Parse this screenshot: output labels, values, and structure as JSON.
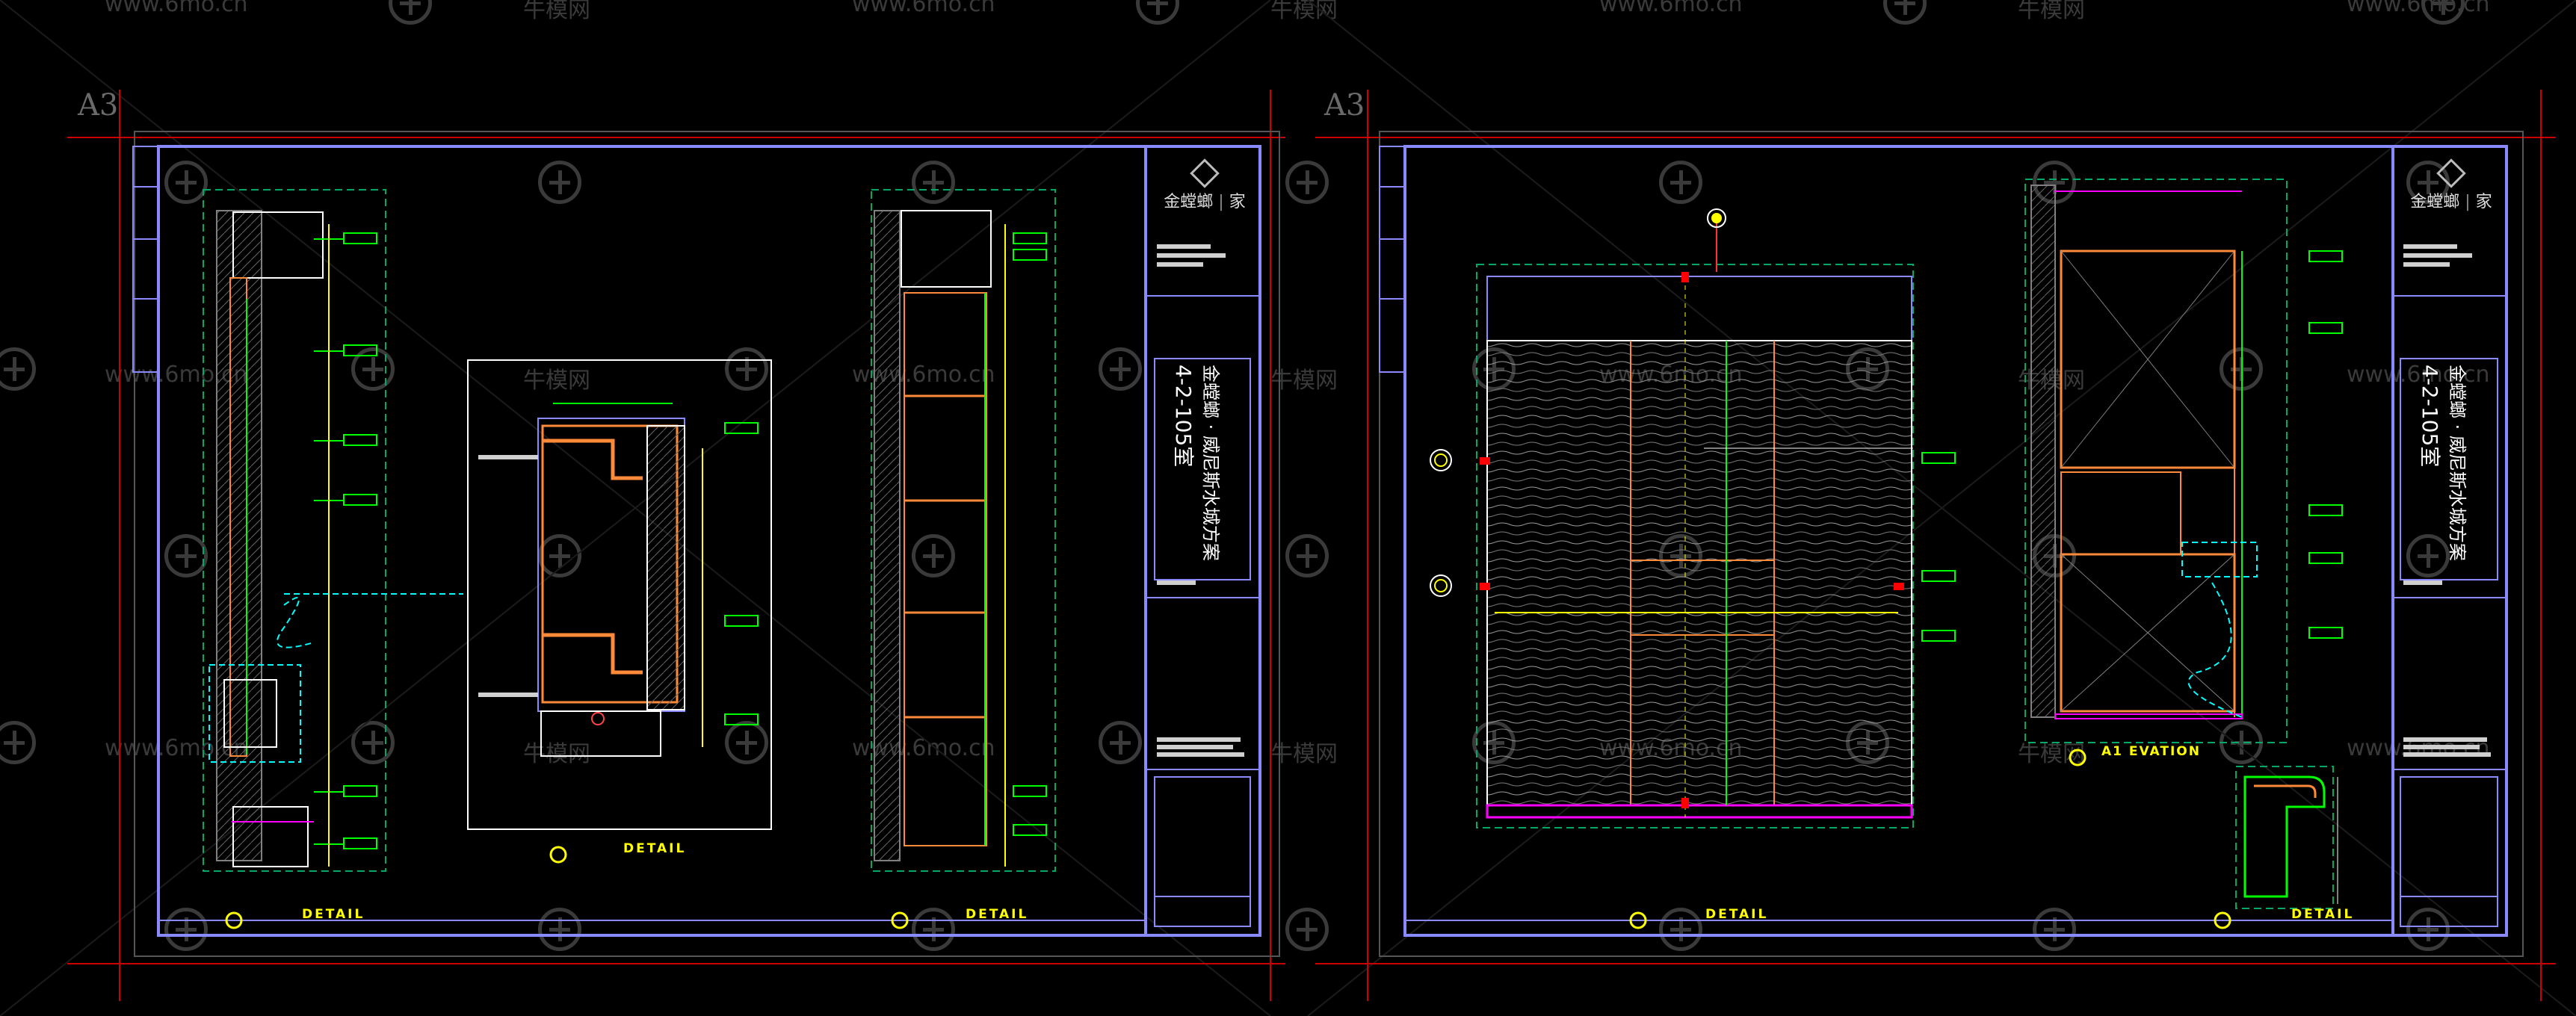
{
  "watermarks": {
    "url": "www.6mo.cn",
    "brand": "牛模网"
  },
  "sheets": [
    {
      "size_label": "A3",
      "brand_logo": "金螳螂",
      "brand_suffix": "家",
      "project_title": "金螳螂 · 威尼斯水城方案",
      "room": "4-2-105室",
      "detail_title": "DETAIL",
      "callout_detail": "DETAIL"
    },
    {
      "size_label": "A3",
      "brand_logo": "金螳螂",
      "brand_suffix": "家",
      "project_title": "金螳螂 · 威尼斯水城方案",
      "room": "4-2-105室",
      "detail_title": "DETAIL",
      "elevation_title": "A1 EVATION"
    }
  ],
  "colors": {
    "frame": "#8a8aff",
    "cyan": "#00ffff",
    "green": "#00ff00",
    "yellow": "#ffff00",
    "red": "#ff0000",
    "orange": "#ff8a3a",
    "magenta": "#ff00ff",
    "white": "#ffffff",
    "grey": "#808080"
  }
}
